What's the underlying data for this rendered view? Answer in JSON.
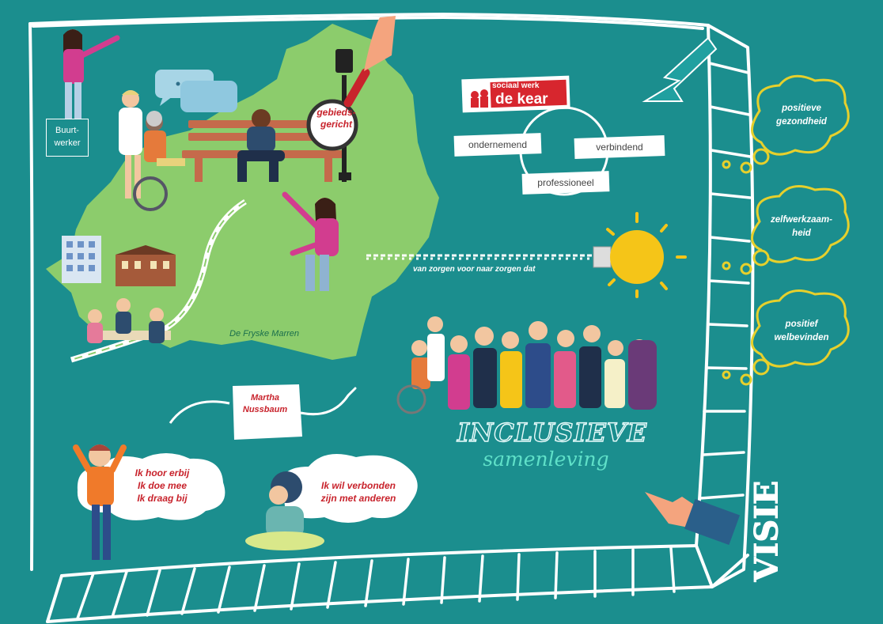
{
  "map": {
    "buurtwerker": "Buurt-\nwerker",
    "gebiedsgericht": "gebieds-\ngericht",
    "region_name": "De Fryske Marren"
  },
  "organization": {
    "logo_small": "sociaal werk",
    "logo_large": "de kear",
    "values": [
      "ondernemend",
      "verbindend",
      "professioneel"
    ],
    "brand_color": "#d7262e"
  },
  "shift": {
    "text": "van zorgen voor naar zorgen dat"
  },
  "outcomes": [
    "positieve\ngezondheid",
    "zelfwerkzaam-\nheid",
    "positief\nwelbevinden"
  ],
  "philosopher": "Martha\nNussbaum",
  "speech": {
    "left": "Ik hoor erbij\nIk doe mee\nIk draag bij",
    "right": "Ik wil verbonden\nzijn met anderen"
  },
  "inclusive": {
    "title": "INCLUSIEVE",
    "subtitle": "samenleving"
  },
  "vision_label": "VISIE",
  "colors": {
    "background": "#1b8e8e",
    "map_green": "#8ccc6c",
    "accent_red": "#c8232c",
    "cloud_border": "#e6d02c"
  }
}
